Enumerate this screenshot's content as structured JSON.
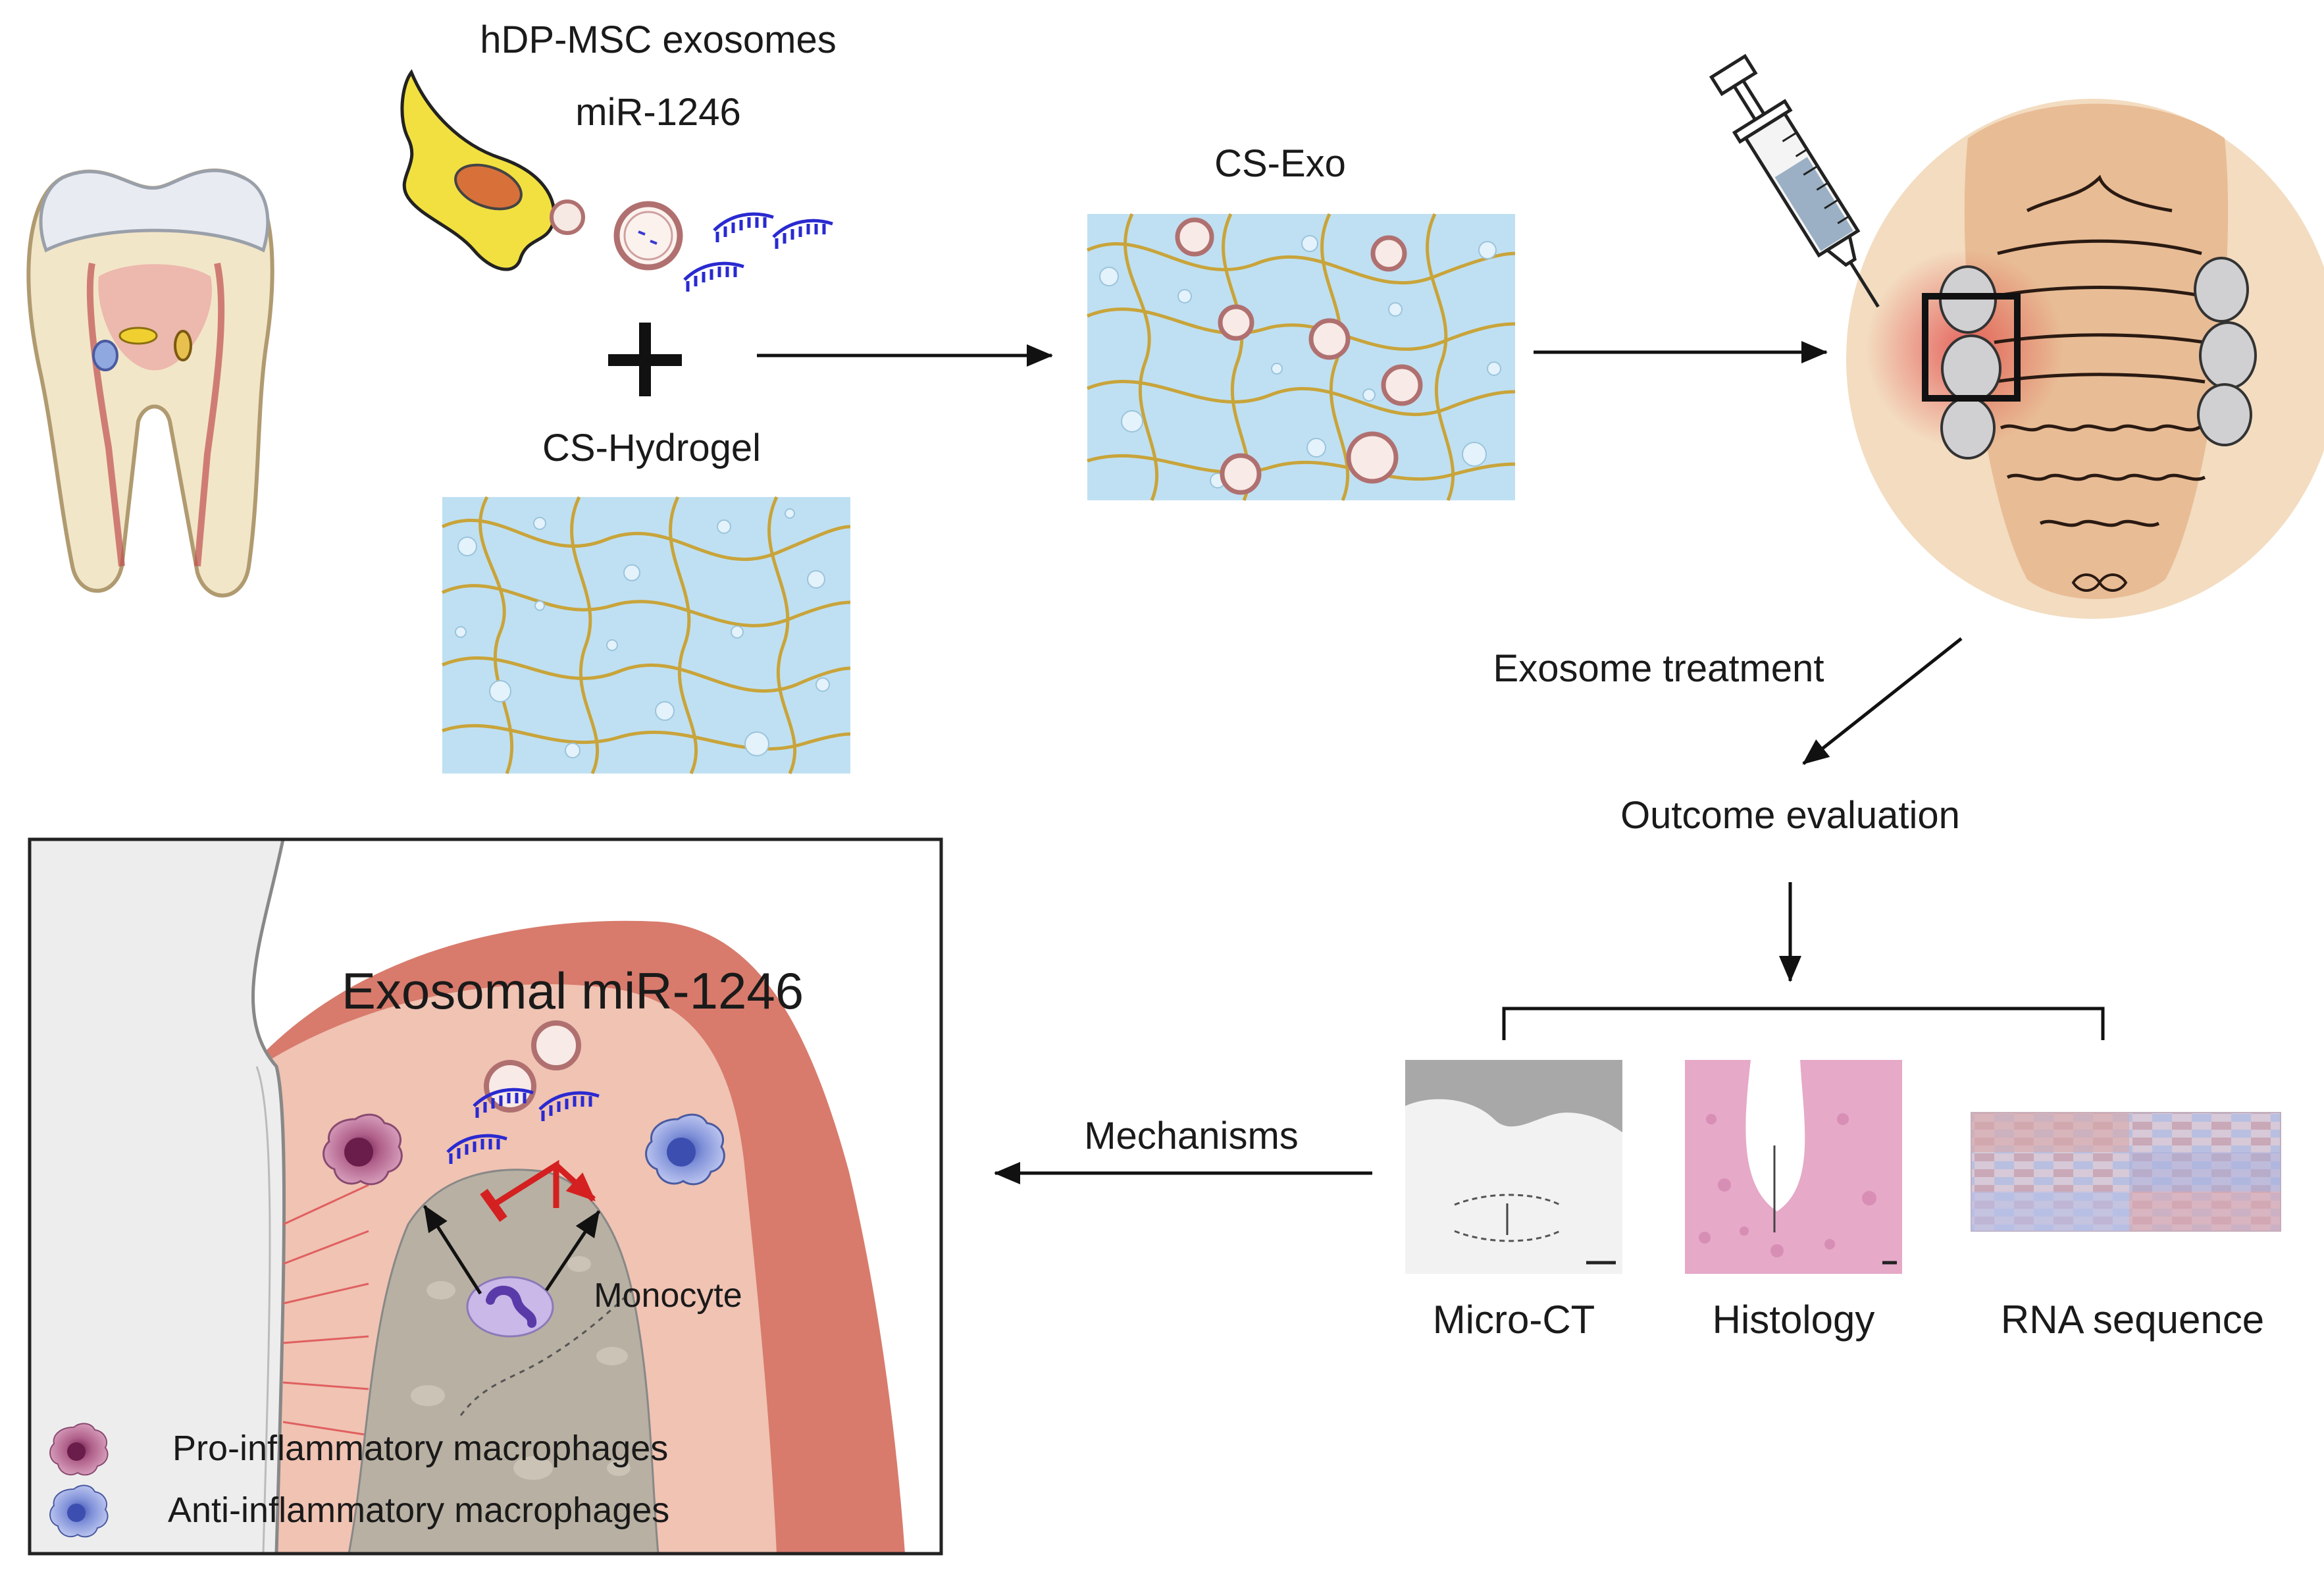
{
  "labels": {
    "exosomes": "hDP-MSC exosomes",
    "mirna": "miR-1246",
    "hydrogel": "CS-Hydrogel",
    "cs_exo": "CS-Exo",
    "treatment": "Exosome treatment",
    "evaluation": "Outcome evaluation",
    "mechanisms": "Mechanisms",
    "exosomal_mirna": "Exosomal miR-1246",
    "monocyte": "Monocyte"
  },
  "outcomes": [
    {
      "label": "Micro-CT"
    },
    {
      "label": "Histology"
    },
    {
      "label": "RNA sequence"
    }
  ],
  "legend": [
    {
      "label": "Pro-inflammatory macrophages",
      "color": "#b0608a"
    },
    {
      "label": "Anti-inflammatory macrophages",
      "color": "#7f90d8"
    }
  ],
  "colors": {
    "hydrogel_bg": "#bfe0f2",
    "fiber": "#c9a43a",
    "gum": "#d87b6c",
    "gum_light": "#f0c3b3",
    "bone": "#b8b0a2",
    "mirna": "#2a2ad0",
    "inhibit": "#d42020"
  }
}
